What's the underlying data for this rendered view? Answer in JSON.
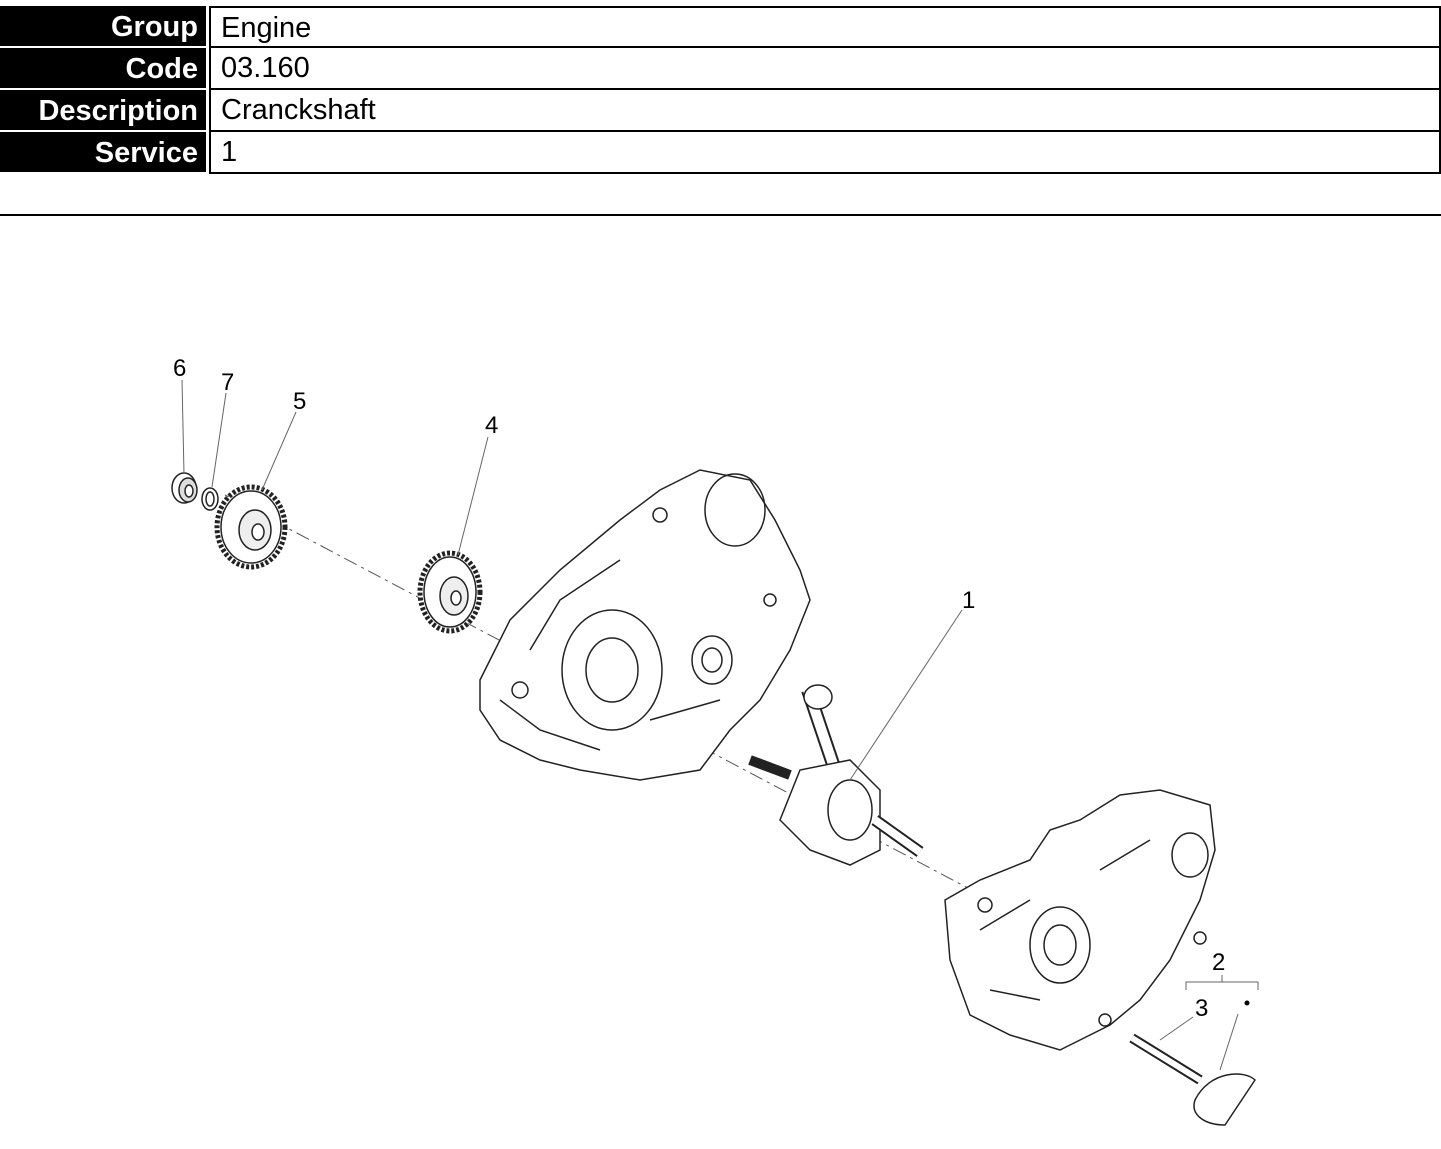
{
  "header": {
    "rows": [
      {
        "label": "Group",
        "value": "Engine"
      },
      {
        "label": "Code",
        "value": "03.160"
      },
      {
        "label": "Description",
        "value": "Cranckshaft"
      },
      {
        "label": "Service",
        "value": "1"
      }
    ]
  },
  "diagram": {
    "callouts": [
      "1",
      "2",
      "3",
      "4",
      "5",
      "6",
      "7"
    ]
  }
}
